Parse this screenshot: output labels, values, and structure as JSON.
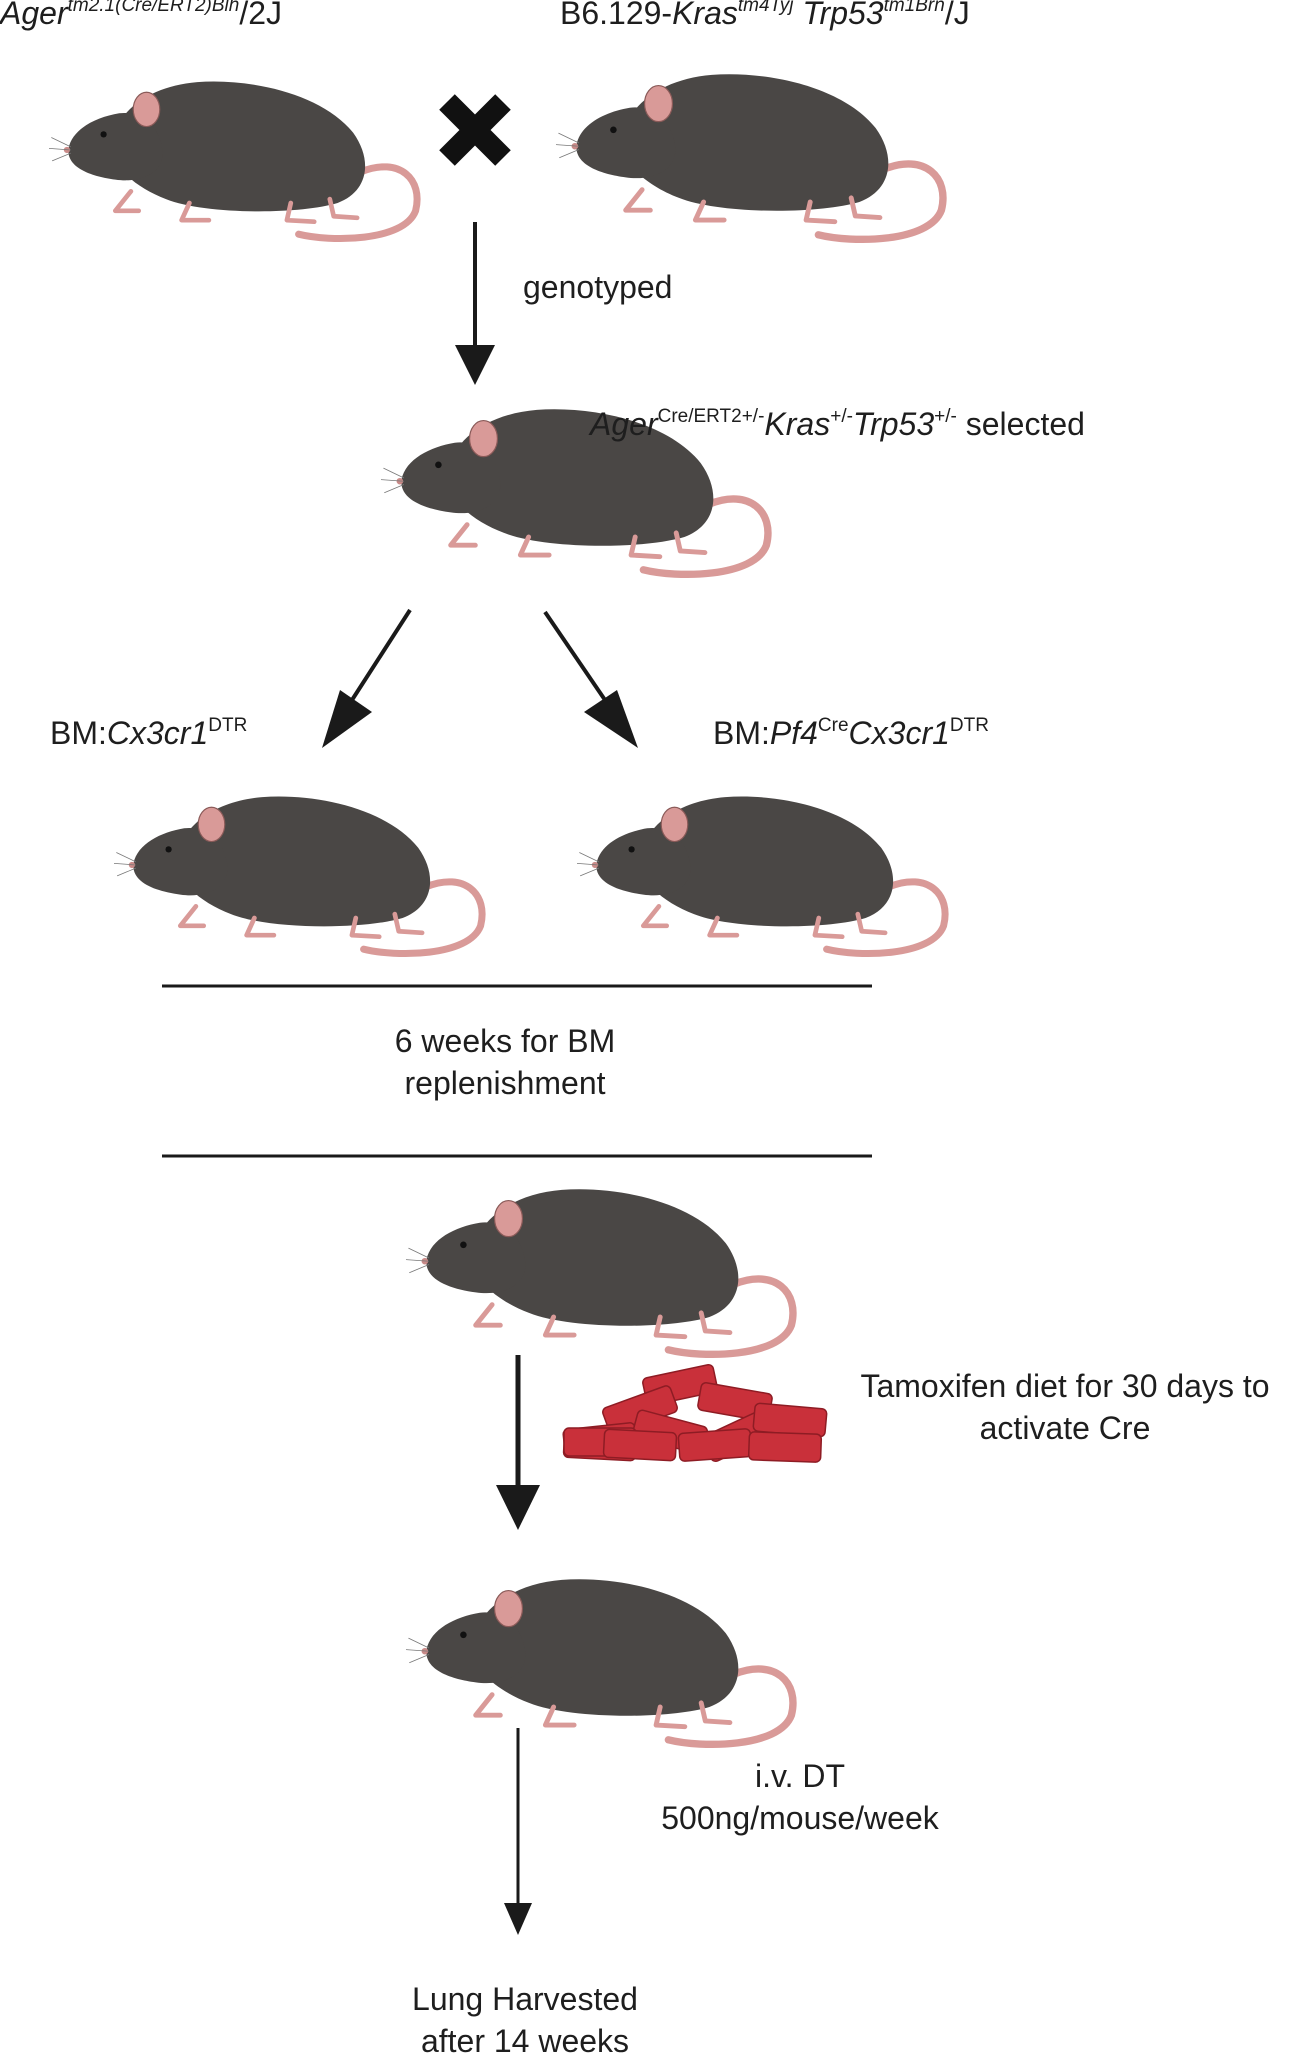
{
  "parents": {
    "left": {
      "gene": "Ager",
      "sup": "tm2.1(Cre/ERT2)Blh",
      "suffix": "/2J"
    },
    "right": {
      "prefix": "B6.129-",
      "gene1": "Kras",
      "sup1": "tm4Tyj",
      "gene2": "Trp53",
      "sup2": "tm1Brn",
      "suffix": "/J"
    }
  },
  "steps": {
    "genotyped": "genotyped",
    "selected": {
      "gene1": "Ager",
      "sup1": "Cre/ERT2+/-",
      "gene2": "Kras",
      "sup2": "+/-",
      "gene3": "Trp53",
      "sup3": "+/-",
      "suffix": "selected"
    },
    "branch_left": {
      "prefix": "BM:",
      "gene": "Cx3cr1",
      "sup": "DTR"
    },
    "branch_right": {
      "prefix": "BM:",
      "gene1": "Pf4",
      "sup1": "Cre",
      "gene2": "Cx3cr1",
      "sup2": "DTR"
    },
    "replenish": [
      "6 weeks for BM",
      "replenishment"
    ],
    "tamoxifen": [
      "Tamoxifen diet for 30 days to",
      "activate Cre"
    ],
    "dt": [
      "i.v. DT",
      "500ng/mouse/week"
    ],
    "harvest": [
      "Lung Harvested",
      "after 14 weeks"
    ]
  },
  "colors": {
    "black_mouse": "#4a4745",
    "white_mouse": "#ecebe8",
    "ear_tail": "#d99a98",
    "tamoxifen": "#c9303a",
    "line": "#1a1a1a"
  }
}
